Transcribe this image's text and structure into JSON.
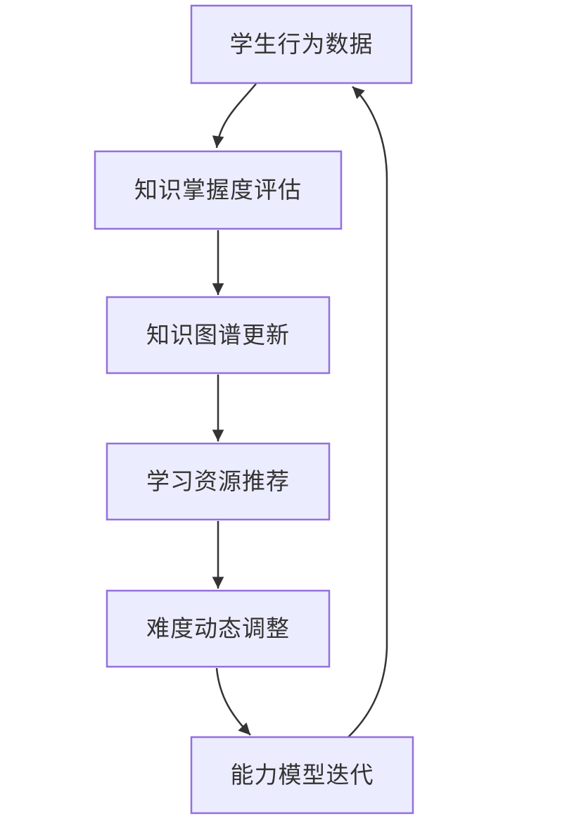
{
  "diagram": {
    "type": "flowchart",
    "direction": "top-down",
    "background_color": "#ffffff",
    "node_fill_color": "#ECECFF",
    "node_border_color": "#9370DB",
    "edge_color": "#333333",
    "text_color": "#333333",
    "nodes": [
      {
        "id": "A",
        "label": "学生行为数据"
      },
      {
        "id": "B",
        "label": "知识掌握度评估"
      },
      {
        "id": "C",
        "label": "知识图谱更新"
      },
      {
        "id": "D",
        "label": "学习资源推荐"
      },
      {
        "id": "E",
        "label": "难度动态调整"
      },
      {
        "id": "F",
        "label": "能力模型迭代"
      }
    ],
    "edges": [
      {
        "from": "A",
        "to": "B",
        "from_label": "学生行为数据",
        "to_label": "知识掌握度评估",
        "style": "curved"
      },
      {
        "from": "B",
        "to": "C",
        "from_label": "知识掌握度评估",
        "to_label": "知识图谱更新",
        "style": "straight"
      },
      {
        "from": "C",
        "to": "D",
        "from_label": "知识图谱更新",
        "to_label": "学习资源推荐",
        "style": "straight"
      },
      {
        "from": "D",
        "to": "E",
        "from_label": "学习资源推荐",
        "to_label": "难度动态调整",
        "style": "straight"
      },
      {
        "from": "E",
        "to": "F",
        "from_label": "难度动态调整",
        "to_label": "能力模型迭代",
        "style": "curved"
      },
      {
        "from": "F",
        "to": "A",
        "from_label": "能力模型迭代",
        "to_label": "学生行为数据",
        "style": "feedback-loop"
      }
    ]
  }
}
